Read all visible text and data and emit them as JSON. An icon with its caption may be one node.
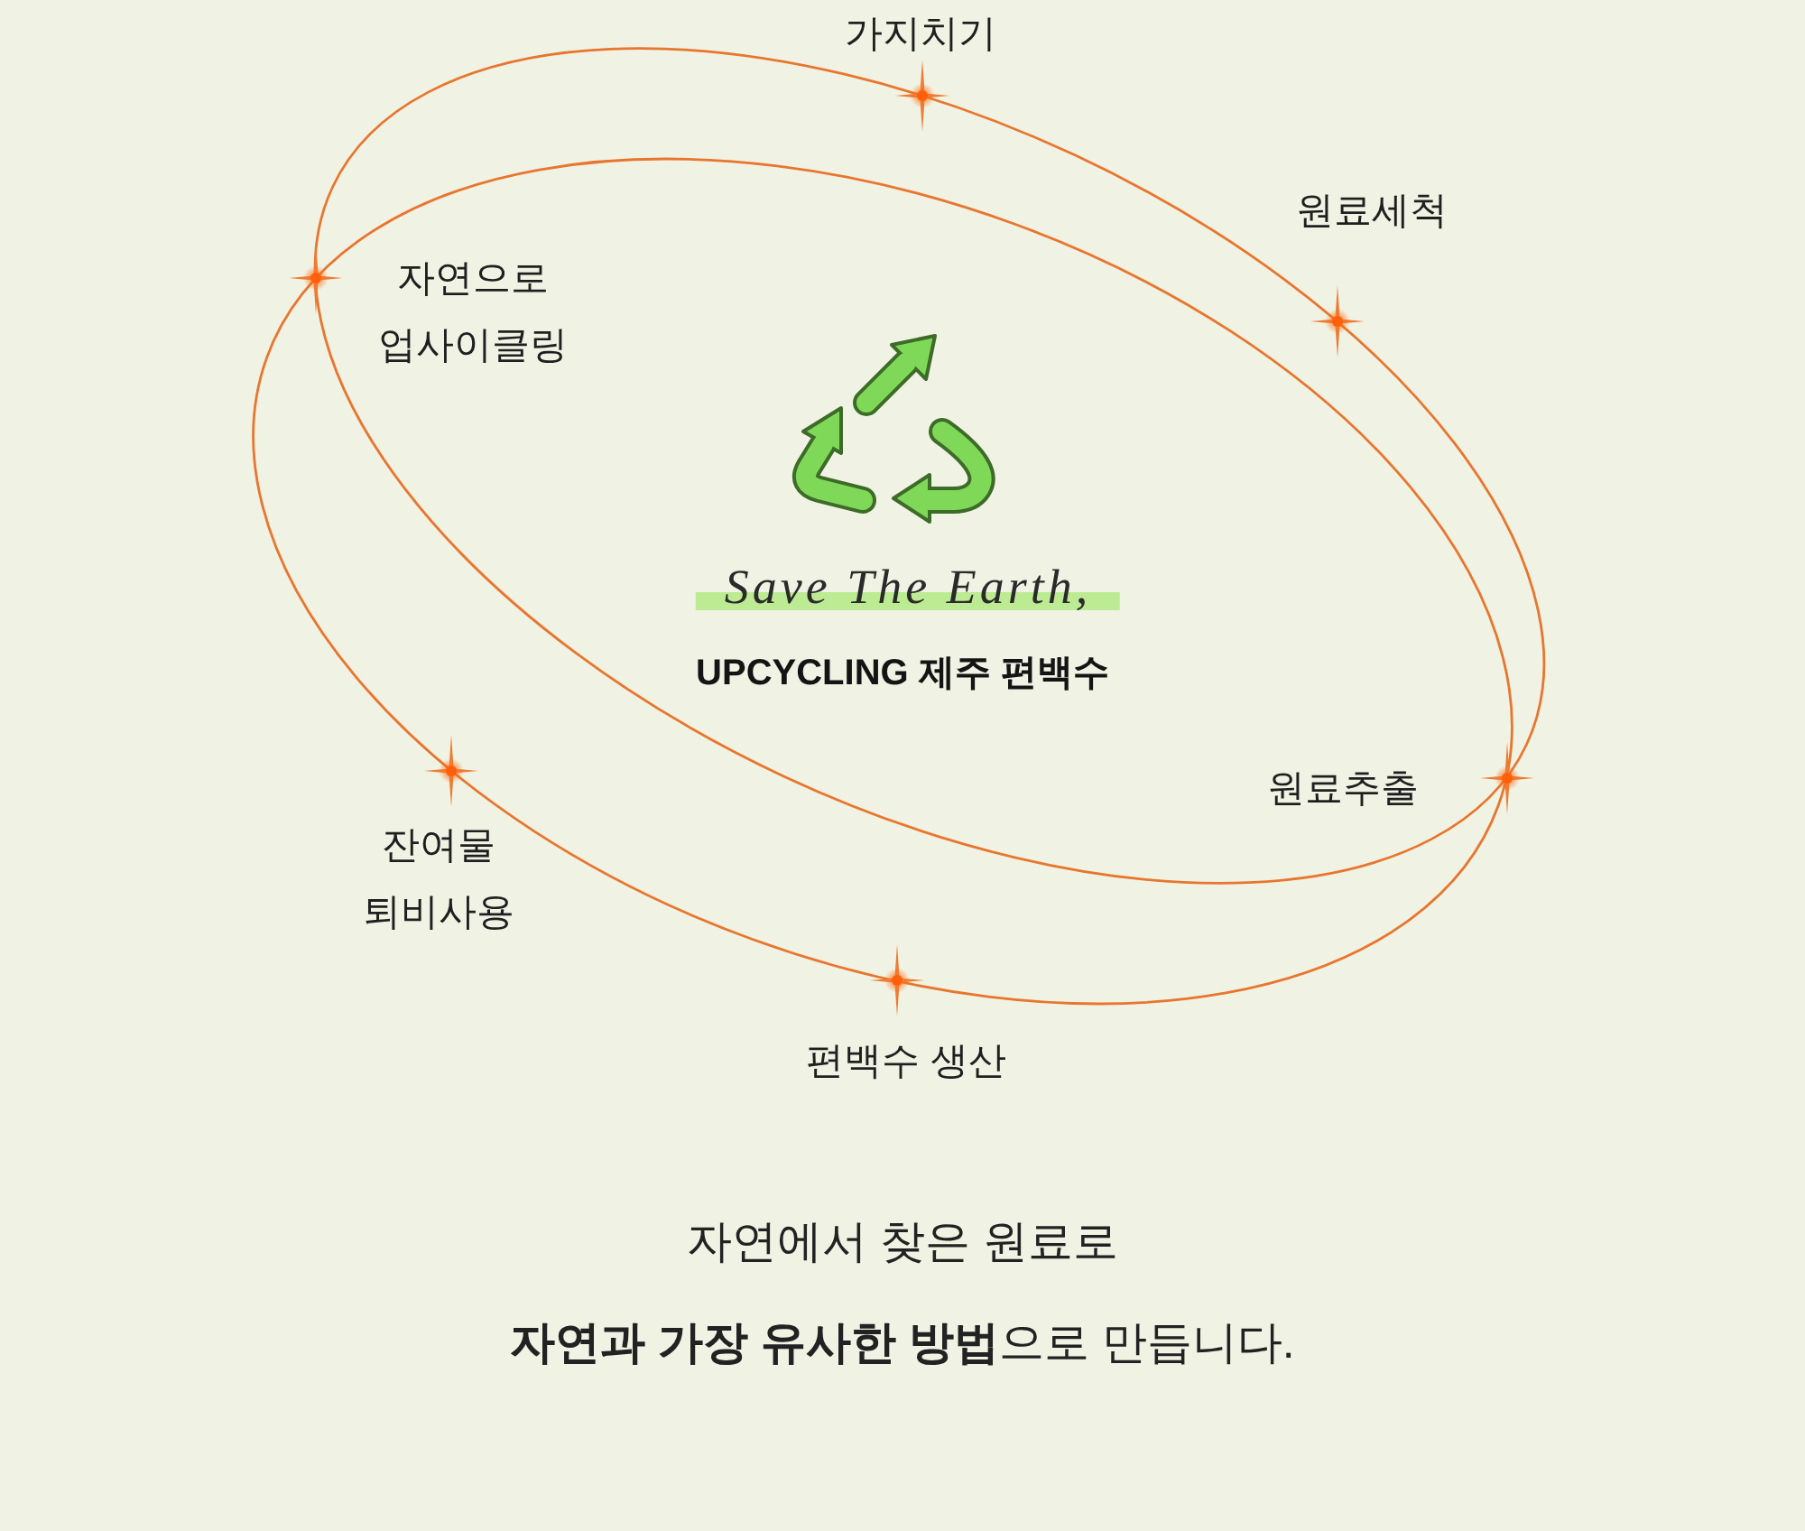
{
  "diagram": {
    "labels": [
      "가지치기",
      "원료세척",
      "자연으로 업사이클링",
      "Save The Earth,",
      "UPCYCLING 제주 편백수",
      "원료추출",
      "잔여물 퇴비사용",
      "편백수 생산"
    ],
    "caption": "자연에서 찾은 원료로 **자연과 가장 유사한 방법**으로 만듭니다."
  }
}
